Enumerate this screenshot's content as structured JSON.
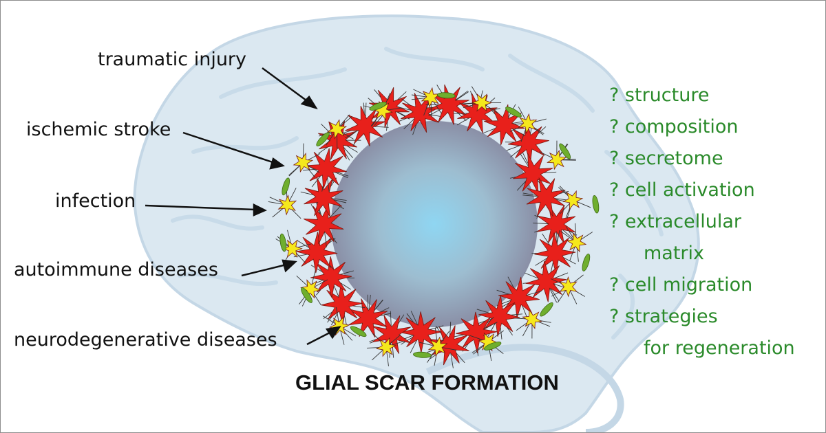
{
  "diagram": {
    "title": "GLIAL SCAR FORMATION",
    "causes": [
      {
        "label": "traumatic injury"
      },
      {
        "label": "ischemic stroke"
      },
      {
        "label": "infection"
      },
      {
        "label": "autoimmune diseases"
      },
      {
        "label": "neurodegenerative diseases"
      }
    ],
    "questions": [
      {
        "label": "? structure"
      },
      {
        "label": "? composition"
      },
      {
        "label": "? secretome"
      },
      {
        "label": "? cell activation"
      },
      {
        "label": "? extracellular"
      },
      {
        "label": "matrix"
      },
      {
        "label": "? cell migration"
      },
      {
        "label": "? strategies"
      },
      {
        "label": "for regeneration"
      }
    ],
    "colors": {
      "reactive_astrocyte": "#e8201b",
      "astrocyte": "#f5e81c",
      "spindle_cell": "#6fae2e",
      "lesion_core": "#7cc6e6",
      "brain_silhouette": "#dbe8f1",
      "question_text": "#2a8a2a"
    }
  }
}
